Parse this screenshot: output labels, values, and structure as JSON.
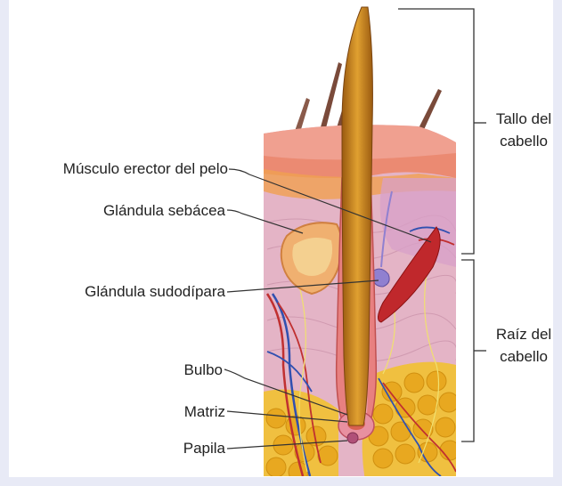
{
  "labels": {
    "musculo": "Músculo erector del pelo",
    "sebacea": "Glándula sebácea",
    "sudoripara": "Glándula sudodípara",
    "bulbo": "Bulbo",
    "matriz": "Matriz",
    "papila": "Papila"
  },
  "brackets": {
    "tallo_line1": "Tallo del",
    "tallo_line2": "cabello",
    "raiz_line1": "Raíz del",
    "raiz_line2": "cabello"
  },
  "colors": {
    "page_background": "#e8eaf6",
    "epidermis": "#f0a898",
    "dermis": "#e8b8c8",
    "fat": "#f0c040",
    "hair": "#c8841c",
    "muscle": "#c0282c"
  }
}
